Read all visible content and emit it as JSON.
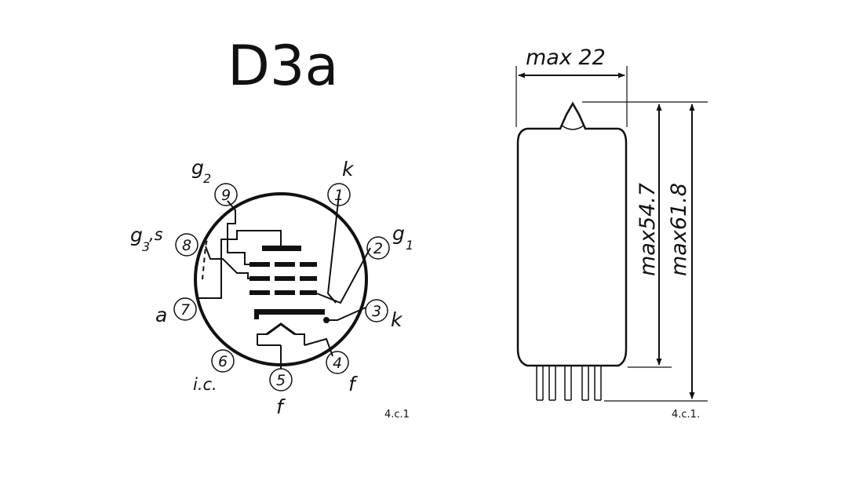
{
  "title": "D3a",
  "base_diagram": {
    "pins": [
      {
        "number": "1",
        "label": "k"
      },
      {
        "number": "2",
        "label": "g",
        "label_sub": "1"
      },
      {
        "number": "3",
        "label": "k"
      },
      {
        "number": "4",
        "label": "f"
      },
      {
        "number": "5",
        "label": "f"
      },
      {
        "number": "6",
        "label": "i.c."
      },
      {
        "number": "7",
        "label": "a"
      },
      {
        "number": "8",
        "label": "g",
        "label_sub": "3",
        "label_suffix": ",s"
      },
      {
        "number": "9",
        "label": "g",
        "label_sub": "2"
      }
    ],
    "reference": "4.c.1"
  },
  "outline_drawing": {
    "width_dim": "max 22",
    "body_length_dim": "max54.7",
    "total_length_dim": "max61.8",
    "reference": "4.c.1."
  }
}
